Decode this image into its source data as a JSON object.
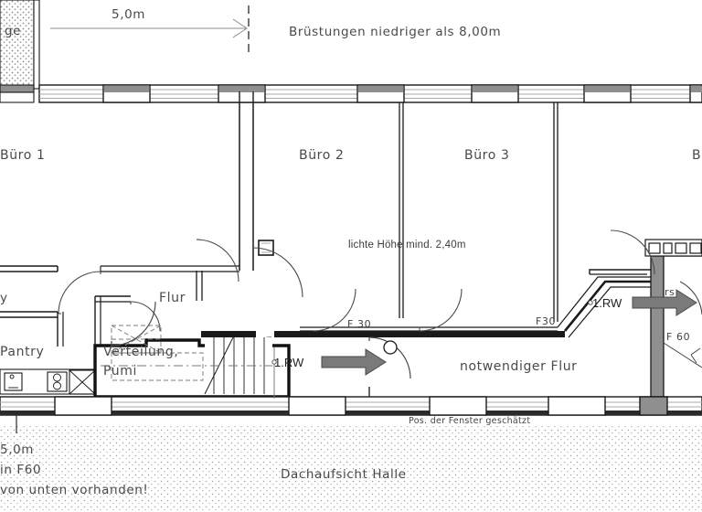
{
  "drawing": {
    "type": "architectural-floor-plan",
    "title_label": "Dachaufsicht Halle",
    "language": "de"
  },
  "dimensions": {
    "top_dim_label": "5,0m",
    "bottom_dim_label": "5,0m"
  },
  "annotations": {
    "top_note": "Brüstungen niedriger als 8,00m",
    "clear_height": "lichte Höhe mind. 2,40m",
    "window_note": "Pos. der Fenster geschätzt",
    "left_cut_label": "ge",
    "left_cut_room": "y",
    "right_cut_room": "B",
    "right_small_note": "rs"
  },
  "rooms": [
    {
      "name": "buero-1",
      "label": "Büro 1"
    },
    {
      "name": "buero-2",
      "label": "Büro 2"
    },
    {
      "name": "buero-3",
      "label": "Büro 3"
    },
    {
      "name": "flur",
      "label": "Flur"
    },
    {
      "name": "pantry",
      "label": "Pantry"
    },
    {
      "name": "verteilung",
      "label": "Verteilung,"
    },
    {
      "name": "pumi",
      "label": "Pumi"
    },
    {
      "name": "notwendiger-flur",
      "label": "notwendiger Flur"
    }
  ],
  "fire_ratings": [
    {
      "name": "f30-left",
      "label": "F 30"
    },
    {
      "name": "f30-right",
      "label": "F30"
    },
    {
      "name": "f60-right",
      "label": "F 60"
    },
    {
      "name": "f60-bottom",
      "label": "in F60"
    }
  ],
  "escape_routes": [
    {
      "name": "escape-route-center",
      "label": "1.RW"
    },
    {
      "name": "escape-route-right",
      "label": "1.RW"
    }
  ],
  "bottom_notes": {
    "line1": "5,0m",
    "line2": "in F60",
    "line3": "von unten vorhanden!"
  },
  "colors": {
    "line": "#1a1a1a",
    "wall_fill": "#ffffff",
    "window_fill": "#8f8f8f",
    "hatch_fill": "#6e6e6e",
    "arrow_fill": "#7a7a7a",
    "text": "#4a4a4a",
    "thin_line": "#9a9a9a"
  }
}
